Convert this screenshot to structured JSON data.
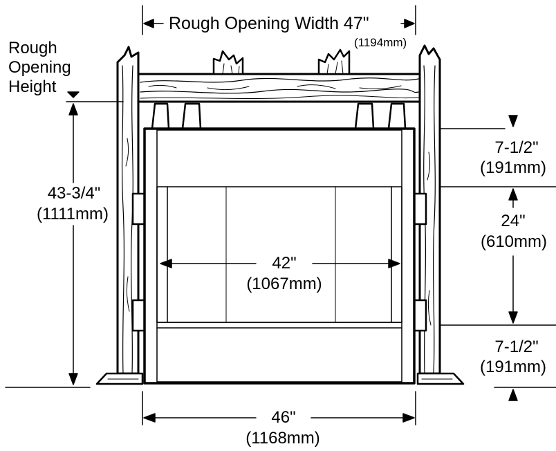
{
  "labels": {
    "rough_opening_width": "Rough Opening Width 47\"",
    "rough_opening_width_mm": "(1194mm)",
    "rough_opening_height_line1": "Rough",
    "rough_opening_height_line2": "Opening",
    "rough_opening_height_line3": "Height",
    "height_in": "43-3/4\"",
    "height_mm": "(1111mm)",
    "top_gap_in": "7-1/2\"",
    "top_gap_mm": "(191mm)",
    "opening_in": "24\"",
    "opening_mm": "(610mm)",
    "bottom_gap_in": "7-1/2\"",
    "bottom_gap_mm": "(191mm)",
    "inner_width_in": "42\"",
    "inner_width_mm": "(1067mm)",
    "outer_width_in": "46\"",
    "outer_width_mm": "(1168mm)"
  },
  "colors": {
    "ink": "#000000",
    "paper": "#ffffff"
  }
}
